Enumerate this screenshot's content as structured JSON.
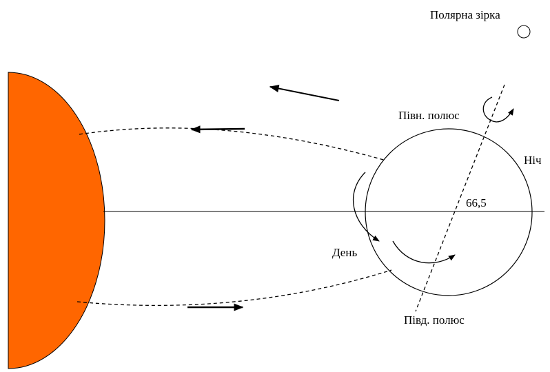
{
  "labels": {
    "polaris": "Полярна зірка",
    "north_pole": "Півн. полюс",
    "night": "Ніч",
    "angle": "66,5",
    "day": "День",
    "south_pole": "Півд. полюс"
  },
  "colors": {
    "sun": "#ff6600",
    "stroke": "#000000",
    "background": "#ffffff"
  }
}
